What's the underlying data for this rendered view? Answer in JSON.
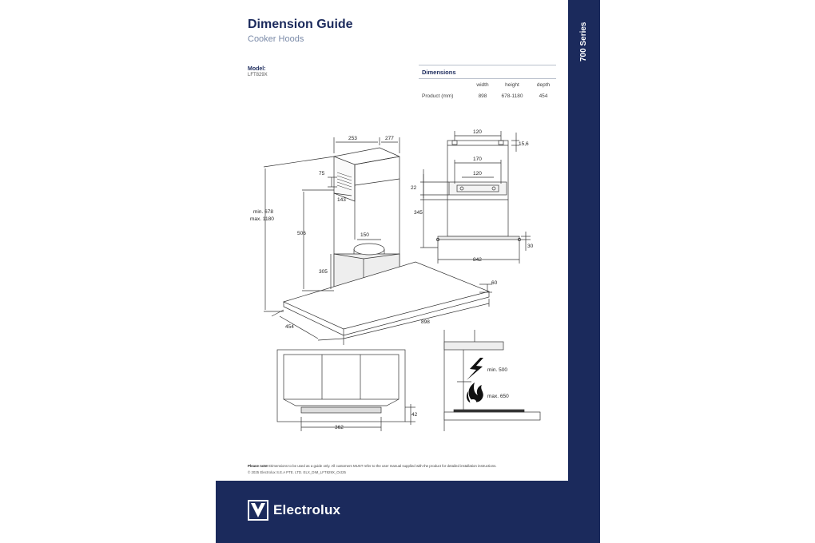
{
  "header": {
    "title": "Dimension Guide",
    "subtitle": "Cooker Hoods"
  },
  "sidebar": {
    "series": "700 Series"
  },
  "model": {
    "label": "Model:",
    "value": "LFT829X"
  },
  "dimensions": {
    "title": "Dimensions",
    "columns": [
      "width",
      "height",
      "depth"
    ],
    "row_label": "Product (mm)",
    "values": [
      "898",
      "678-1180",
      "454"
    ]
  },
  "drawing_labels": {
    "iso": {
      "chimney_width": "253",
      "chimney_depth": "277",
      "top_offset": "75",
      "vent_depth": "143",
      "min_height": "min. 678",
      "max_height": "max. 1180",
      "upper_height": "506",
      "duct_diameter": "150",
      "motor_height": "305",
      "canopy_thickness": "60",
      "depth": "454",
      "width": "898"
    },
    "front": {
      "top_bracket": "120",
      "top_offset": "15,6",
      "mount_width": "170",
      "mount_inner": "120",
      "mount_height": "22",
      "body_height": "345",
      "canopy_width": "842",
      "canopy_offset": "30"
    },
    "bottom": {
      "grease_width": "362",
      "grease_offset": "42"
    },
    "clearance": {
      "electric_label": "min. 500",
      "gas_label": "max. 650"
    }
  },
  "footer": {
    "note_bold": "Please note!",
    "note_text": " Dimensions to be used as a guide only. All customers MUST refer to the user manual supplied with the product for detailed installation instructions.",
    "copyright": "© 2025 Electrolux S.E.A PTE. LTD. ELX_DIM_LFT829X_Oct25",
    "brand": "Electrolux"
  },
  "colors": {
    "navy": "#1b2a5c",
    "subtitle_grey": "#7a8aa8",
    "line": "#333333"
  },
  "icons": [
    "electrolux-logo-icon",
    "lightning-icon",
    "flame-icon"
  ]
}
